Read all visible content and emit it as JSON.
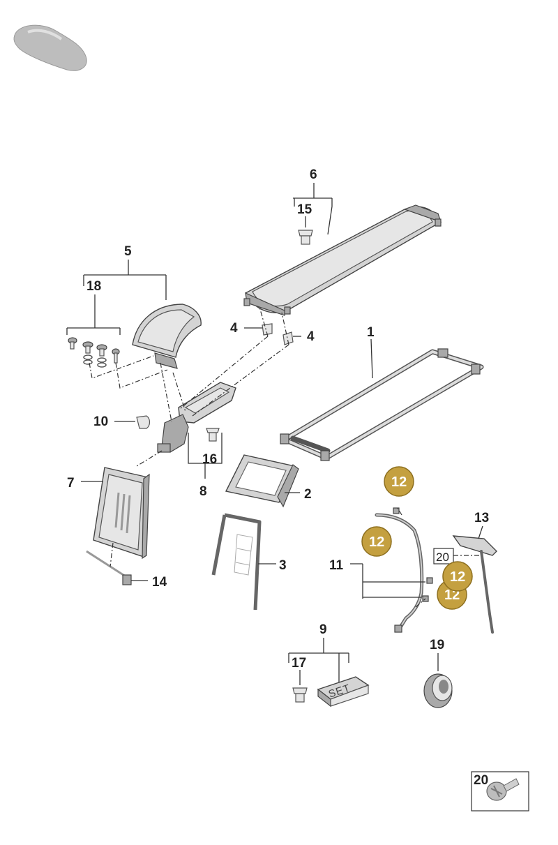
{
  "labels": {
    "l1": "1",
    "l2": "2",
    "l3": "3",
    "l4a": "4",
    "l4b": "4",
    "l5": "5",
    "l6": "6",
    "l7": "7",
    "l8": "8",
    "l9": "9",
    "l10": "10",
    "l11": "11",
    "l13": "13",
    "l14": "14",
    "l15": "15",
    "l16": "16",
    "l17": "17",
    "l18": "18",
    "l19": "19",
    "l20": "20",
    "l20box": "20"
  },
  "highlighted": {
    "badge1": "12",
    "badge2": "12",
    "badge3": "12",
    "badge4": "12",
    "color": "#c4a040"
  },
  "set_label": "SET",
  "icons": {
    "vehicle": "car-silhouette-icon",
    "screw": "screw-icon"
  }
}
